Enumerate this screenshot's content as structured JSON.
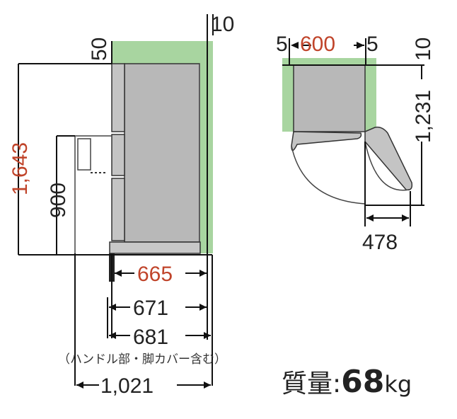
{
  "colors": {
    "accent_red": "#c0442a",
    "clearance_green": "#a8d5a0",
    "body_gray": "#b8b8b8",
    "line": "#111111"
  },
  "side_view": {
    "top_clearance": "50",
    "side_clearance": "10",
    "total_height": "1,643",
    "door_height": "900",
    "depth_body": "665",
    "depth_with_door": "671",
    "depth_total": "681",
    "depth_door_open": "1,021",
    "note": "（ハンドル部・脚カバー含む）"
  },
  "top_view": {
    "width": "600",
    "left_clearance": "5",
    "right_clearance": "5",
    "back_clearance": "10",
    "door_open_depth": "1,231",
    "door_swing_width": "478"
  },
  "spec": {
    "label": "質量",
    "separator": ":",
    "value": "68",
    "unit": "kg"
  }
}
